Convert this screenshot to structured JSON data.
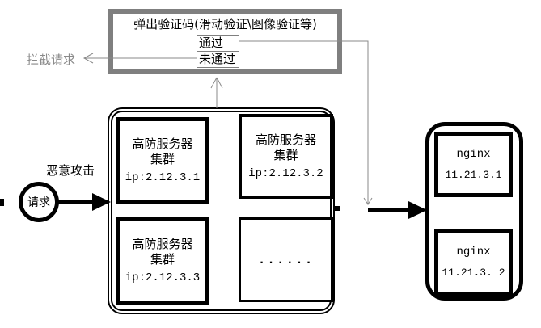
{
  "diagram_title": "ddos-protection-flow",
  "captcha_box": {
    "title": "弹出验证码(滑动验证\\图像验证等)",
    "pass_label": "通过",
    "fail_label": "未通过"
  },
  "labels": {
    "intercept": "拦截请求",
    "attack": "恶意攻击",
    "request": "请求",
    "ellipsis": "......"
  },
  "server_cluster": [
    {
      "name": "高防服务器",
      "sub": "集群",
      "ip": "ip:2.12.3.1"
    },
    {
      "name": "高防服务器",
      "sub": "集群",
      "ip": "ip:2.12.3.2"
    },
    {
      "name": "高防服务器",
      "sub": "集群",
      "ip": "ip:2.12.3.3"
    }
  ],
  "nginx_nodes": [
    {
      "name": "nginx",
      "ip": "11.21.3.1"
    },
    {
      "name": "nginx",
      "ip": "11.21.3. 2"
    }
  ],
  "colors": {
    "captcha_border": "#7f7f7f",
    "muted_line": "#8a8a8a",
    "primary": "#000000",
    "background": "#ffffff"
  }
}
